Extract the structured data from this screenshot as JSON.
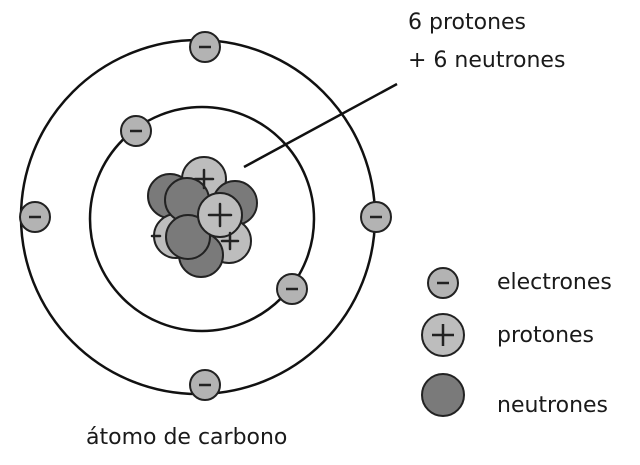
{
  "nucleus_label": {
    "line1": "6 protones",
    "line2": "+ 6 neutrones"
  },
  "caption": "átomo de carbono",
  "legend": {
    "electrons": "electrones",
    "protons": "protones",
    "neutrons": "neutrones"
  },
  "symbols": {
    "electron": "–",
    "proton": "+"
  },
  "colors": {
    "electron_fill": "#b3b3b3",
    "proton_fill": "#bdbdbd",
    "neutron_fill": "#7a7a7a",
    "outline": "#222222",
    "orbit": "#111111"
  }
}
